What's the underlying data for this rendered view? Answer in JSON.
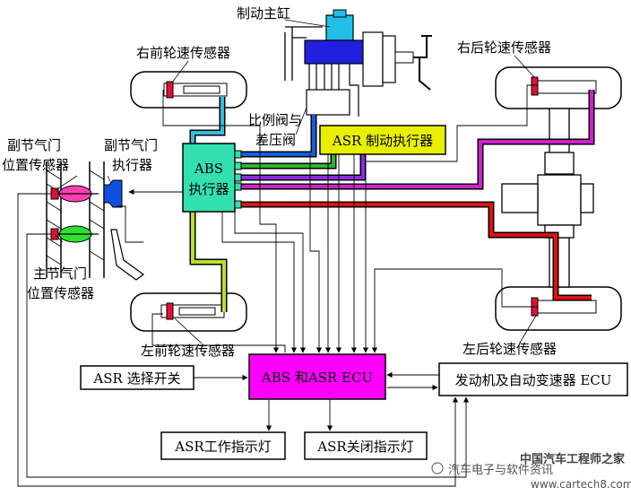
{
  "labels": {
    "master_cylinder": "制动主缸",
    "right_front_sensor": "右前轮速传感器",
    "right_rear_sensor": "右后轮速传感器",
    "proportion_valve_1": "比例阀与",
    "proportion_valve_2": "差压阀",
    "asr_actuator": "ASR 制动执行器",
    "abs_actuator_1": "ABS",
    "abs_actuator_2": "执行器",
    "sub_throttle_sensor_1": "副节气门",
    "sub_throttle_sensor_2": "位置传感器",
    "sub_throttle_actuator_1": "副节气门",
    "sub_throttle_actuator_2": "执行器",
    "main_throttle_sensor_1": "主节气门",
    "main_throttle_sensor_2": "位置传感器",
    "left_front_sensor": "左前轮速传感器",
    "left_rear_sensor": "左后轮速传感器",
    "asr_switch": "ASR 选择开关",
    "ecu": "ABS 和ASR  ECU",
    "engine_ecu": "发动机及自动变速器 ECU",
    "asr_work_lamp": "ASR工作指示灯",
    "asr_off_lamp": "ASR关闭指示灯"
  },
  "watermark": {
    "line1": "中国汽车工程师之家",
    "line2": "汽车电子与软件资讯",
    "line3": "www.cartech8.com"
  },
  "colors": {
    "ecu_fill": "#ff00ff",
    "asr_actuator_fill": "#e8f000",
    "abs_actuator_fill": "#33e0b0",
    "master_cylinder_fill": "#2020e0",
    "reservoir_fill": "#22bfe8",
    "line_red": "#e01010",
    "line_magenta": "#d020d0",
    "line_purple": "#8a2be2",
    "line_blue": "#1060e0",
    "line_cyan": "#30c0e0",
    "line_green": "#2db82d",
    "line_yellowgreen": "#b8e030",
    "sensor_red": "#e0103a",
    "throttle_pink": "#ff40b0",
    "throttle_green": "#30e030",
    "throttle_actuator_blue": "#1050e0"
  }
}
